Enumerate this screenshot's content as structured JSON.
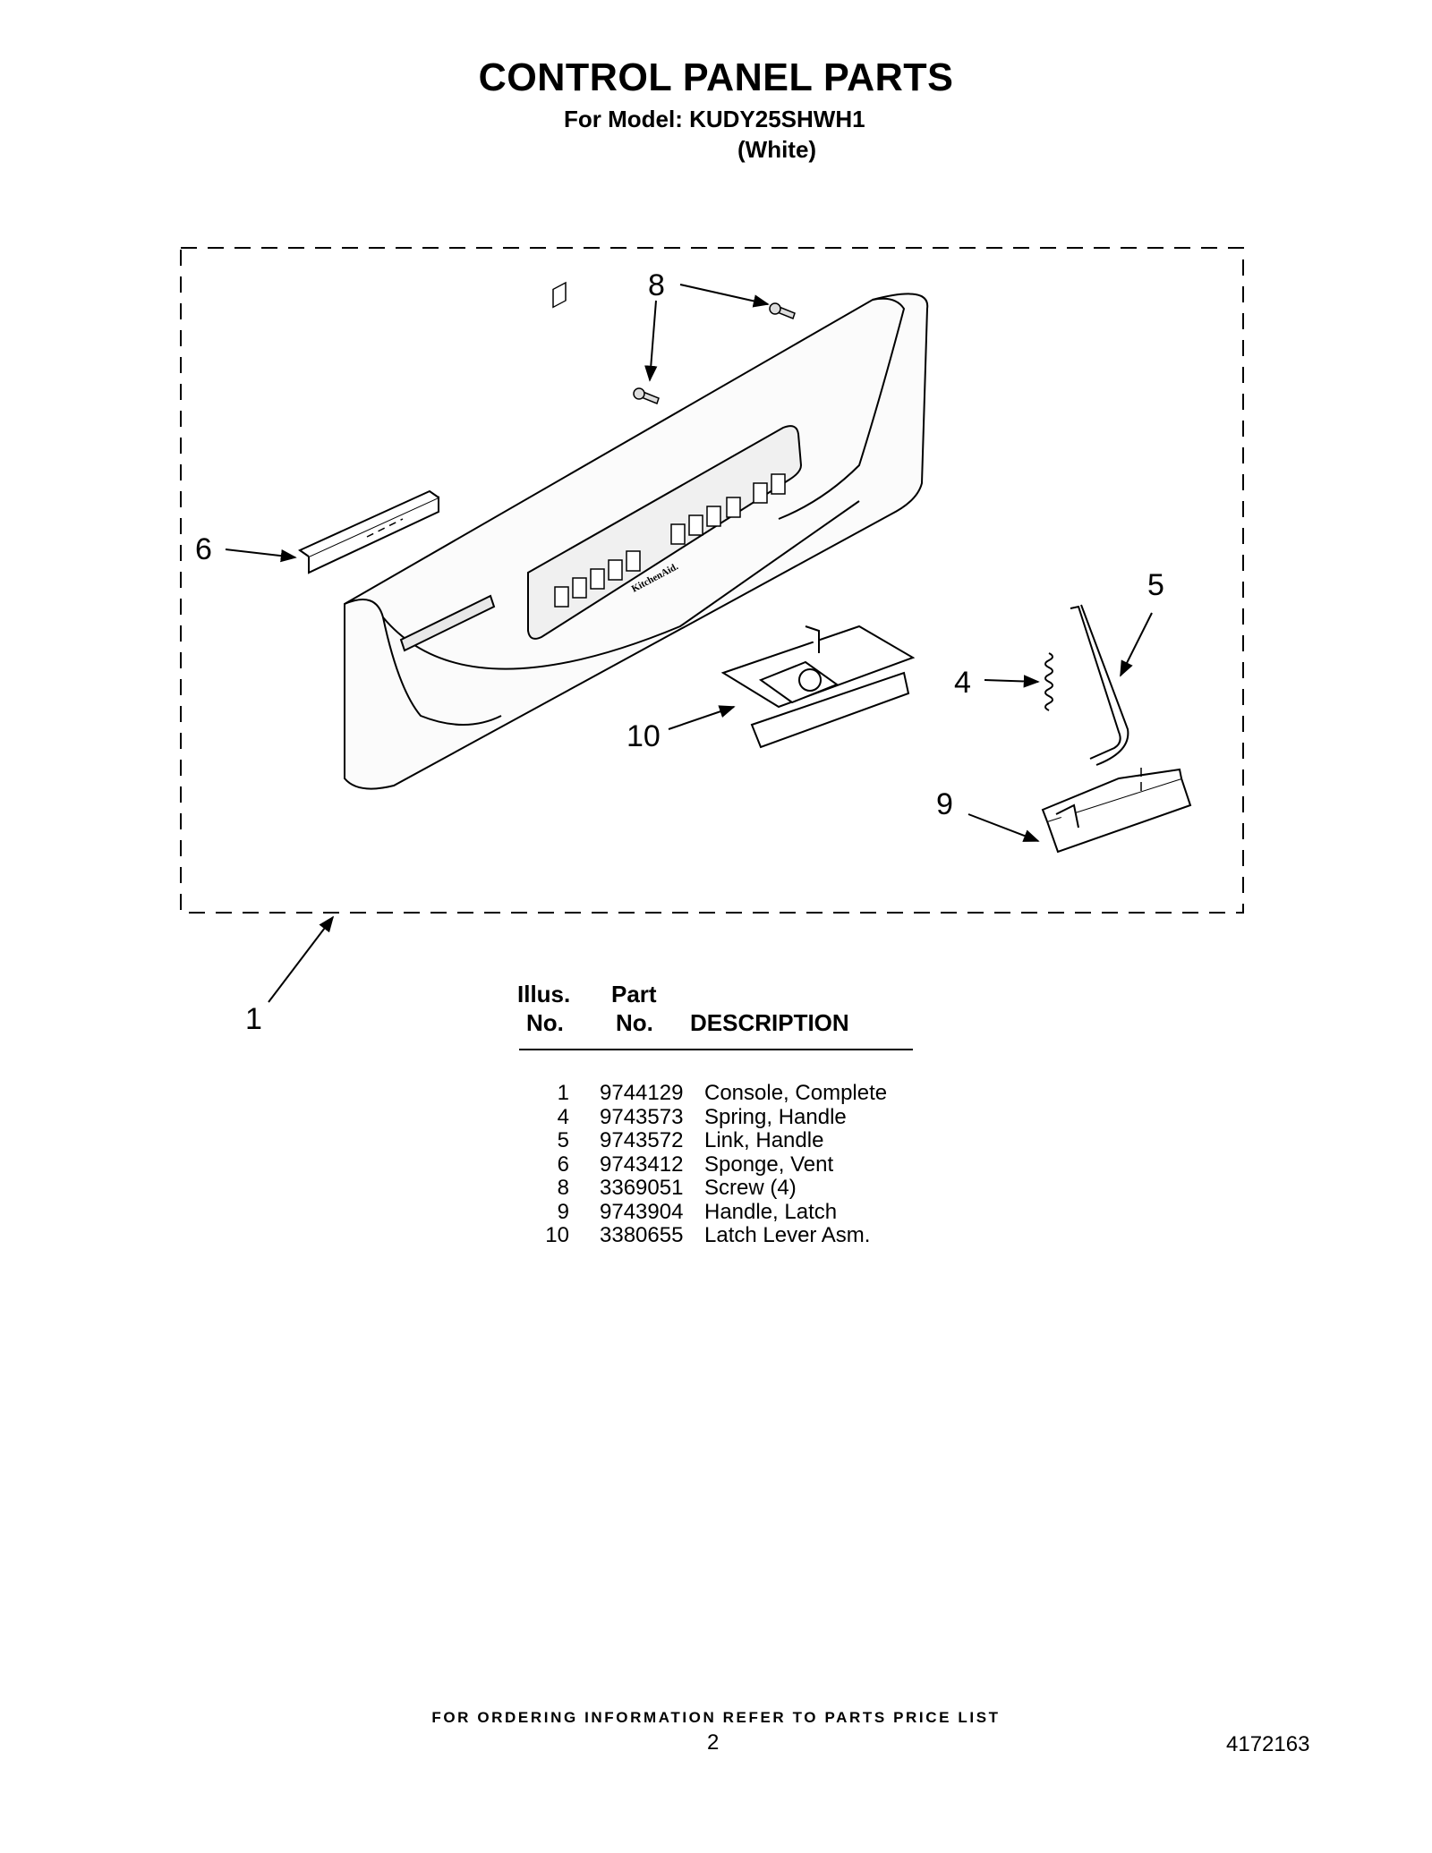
{
  "header": {
    "title": "CONTROL PANEL PARTS",
    "model_line": "For Model: KUDY25SHWH1",
    "color_line": "(White)"
  },
  "diagram": {
    "callouts": [
      "8",
      "6",
      "5",
      "4",
      "10",
      "9",
      "1"
    ],
    "brand_text": "KitchenAid."
  },
  "parts_table": {
    "headers": {
      "illus_top": "Illus.",
      "illus_bottom": "No.",
      "part_top": "Part",
      "part_bottom": "No.",
      "description": "DESCRIPTION"
    },
    "rows": [
      {
        "illus": "1",
        "part": "9744129",
        "description": "Console, Complete"
      },
      {
        "illus": "4",
        "part": "9743573",
        "description": "Spring, Handle"
      },
      {
        "illus": "5",
        "part": "9743572",
        "description": "Link, Handle"
      },
      {
        "illus": "6",
        "part": "9743412",
        "description": "Sponge, Vent"
      },
      {
        "illus": "8",
        "part": "3369051",
        "description": "Screw (4)"
      },
      {
        "illus": "9",
        "part": "9743904",
        "description": "Handle, Latch"
      },
      {
        "illus": "10",
        "part": "3380655",
        "description": "Latch Lever Asm."
      }
    ]
  },
  "footer": {
    "ordering_note": "FOR ORDERING INFORMATION REFER TO PARTS PRICE LIST",
    "page_number": "2",
    "document_number": "4172163"
  }
}
